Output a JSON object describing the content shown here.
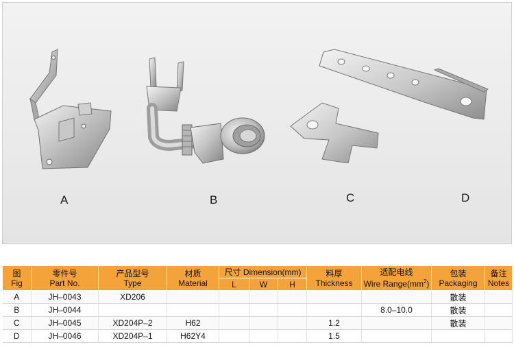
{
  "figures": {
    "a": "A",
    "b": "B",
    "c": "C",
    "d": "D"
  },
  "table": {
    "headers": {
      "fig": {
        "zh": "图",
        "en": "Fig"
      },
      "part_no": {
        "zh": "零件号",
        "en": "Part No."
      },
      "type": {
        "zh": "产品型号",
        "en": "Type"
      },
      "material": {
        "zh": "材质",
        "en": "Material"
      },
      "dimension": {
        "zh": "尺寸 Dimension(mm)",
        "l": "L",
        "w": "W",
        "h": "H"
      },
      "thickness": {
        "zh": "料厚",
        "en": "Thickness"
      },
      "wire_range": {
        "zh": "适配电线",
        "en": "Wire Range(mm",
        "sup": "2",
        "close": ")"
      },
      "packaging": {
        "zh": "包装",
        "en": "Packaging"
      },
      "notes": {
        "zh": "备注",
        "en": "Notes"
      }
    },
    "rows": [
      {
        "fig": "A",
        "part_no": "JH–0043",
        "type": "XD206",
        "material": "",
        "l": "",
        "w": "",
        "h": "",
        "thickness": "",
        "wire_range": "",
        "packaging": "散装",
        "notes": ""
      },
      {
        "fig": "B",
        "part_no": "JH–0044",
        "type": "",
        "material": "",
        "l": "",
        "w": "",
        "h": "",
        "thickness": "",
        "wire_range": "8.0–10.0",
        "packaging": "散装",
        "notes": ""
      },
      {
        "fig": "C",
        "part_no": "JH–0045",
        "type": "XD204P–2",
        "material": "H62",
        "l": "",
        "w": "",
        "h": "",
        "thickness": "1.2",
        "wire_range": "",
        "packaging": "散装",
        "notes": ""
      },
      {
        "fig": "D",
        "part_no": "JH–0046",
        "type": "XD204P–1",
        "material": "H62Y4",
        "l": "",
        "w": "",
        "h": "",
        "thickness": "1.5",
        "wire_range": "",
        "packaging": "",
        "notes": ""
      }
    ]
  },
  "colors": {
    "header_bg": "#f4a23a",
    "metal_light": "#e6e6e6",
    "metal_mid": "#b9b9b9",
    "metal_dark": "#7d7d7d"
  }
}
